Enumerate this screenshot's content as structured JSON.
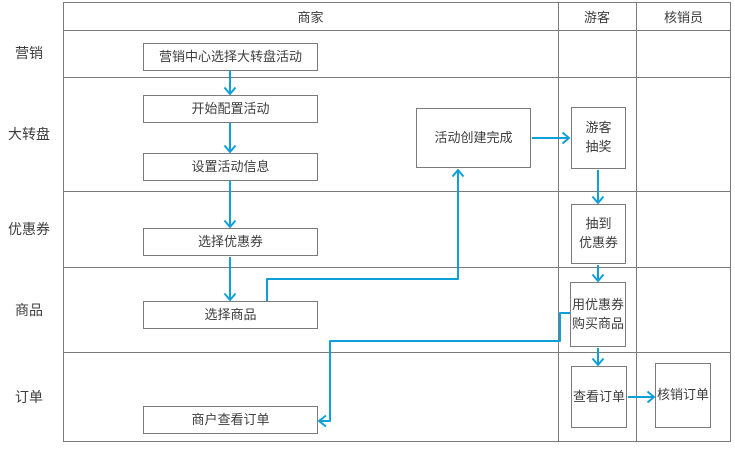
{
  "diagram_type": "swimlane-flowchart",
  "columns": [
    "商家",
    "游客",
    "核销员"
  ],
  "rows": [
    "营销",
    "大转盘",
    "优惠券",
    "商品",
    "订单"
  ],
  "nodes": [
    {
      "label": "营销中心选择大转盘活动",
      "lane_row": "营销",
      "lane_col": "商家"
    },
    {
      "label": "开始配置活动",
      "lane_row": "大转盘",
      "lane_col": "商家"
    },
    {
      "label": "设置活动信息",
      "lane_row": "大转盘",
      "lane_col": "商家"
    },
    {
      "label": "选择优惠券",
      "lane_row": "优惠券",
      "lane_col": "商家"
    },
    {
      "label": "选择商品",
      "lane_row": "商品",
      "lane_col": "商家"
    },
    {
      "label": "商户查看订单",
      "lane_row": "订单",
      "lane_col": "商家"
    },
    {
      "label": "活动创建完成",
      "lane_row": "大转盘",
      "lane_col": "商家"
    },
    {
      "label": "游客\n抽奖",
      "lane_row": "大转盘",
      "lane_col": "游客"
    },
    {
      "label": "抽到\n优惠券",
      "lane_row": "优惠券",
      "lane_col": "游客"
    },
    {
      "label": "用优惠券\n购买商品",
      "lane_row": "商品",
      "lane_col": "游客"
    },
    {
      "label": "查看订单",
      "lane_row": "订单",
      "lane_col": "游客"
    },
    {
      "label": "核销订单",
      "lane_row": "订单",
      "lane_col": "核销员"
    }
  ],
  "edges": [
    {
      "from": "营销中心选择大转盘活动",
      "to": "开始配置活动"
    },
    {
      "from": "开始配置活动",
      "to": "设置活动信息"
    },
    {
      "from": "设置活动信息",
      "to": "选择优惠券"
    },
    {
      "from": "选择优惠券",
      "to": "选择商品"
    },
    {
      "from": "选择商品",
      "to": "活动创建完成"
    },
    {
      "from": "活动创建完成",
      "to": "游客抽奖"
    },
    {
      "from": "游客抽奖",
      "to": "抽到优惠券"
    },
    {
      "from": "抽到优惠券",
      "to": "用优惠券购买商品"
    },
    {
      "from": "用优惠券购买商品",
      "to": "商户查看订单"
    },
    {
      "from": "用优惠券购买商品",
      "to": "查看订单"
    },
    {
      "from": "查看订单",
      "to": "核销订单"
    }
  ],
  "colors": {
    "arrow": "#0FA0DA",
    "grid": "#7B7B7B",
    "node_border": "#7B7B7B",
    "text": "#3D3D3D",
    "background": "#FFFFFF"
  }
}
